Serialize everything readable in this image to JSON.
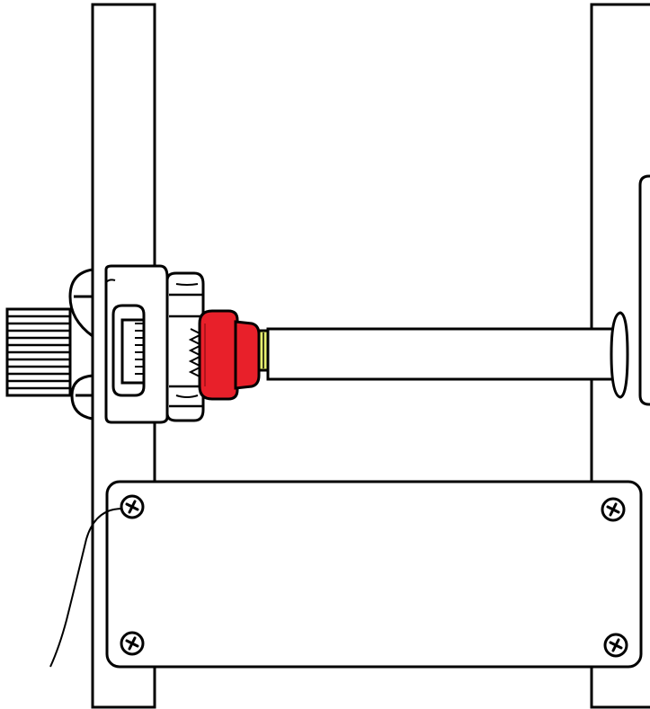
{
  "diagram": {
    "colors": {
      "background": "#ffffff",
      "outline": "#000000",
      "fill": "#ffffff",
      "highlight": "#e8202a",
      "highlight_dark": "#b0141c",
      "spacer": "#e6f070"
    },
    "screw_icon": "phillips-screw-head",
    "parts": [
      "left-frame-rail",
      "right-frame-rail",
      "right-bracket",
      "spur-gear",
      "mounting-plate",
      "retaining-nut",
      "highlighted-collar",
      "shaft",
      "mounting-panel"
    ]
  }
}
